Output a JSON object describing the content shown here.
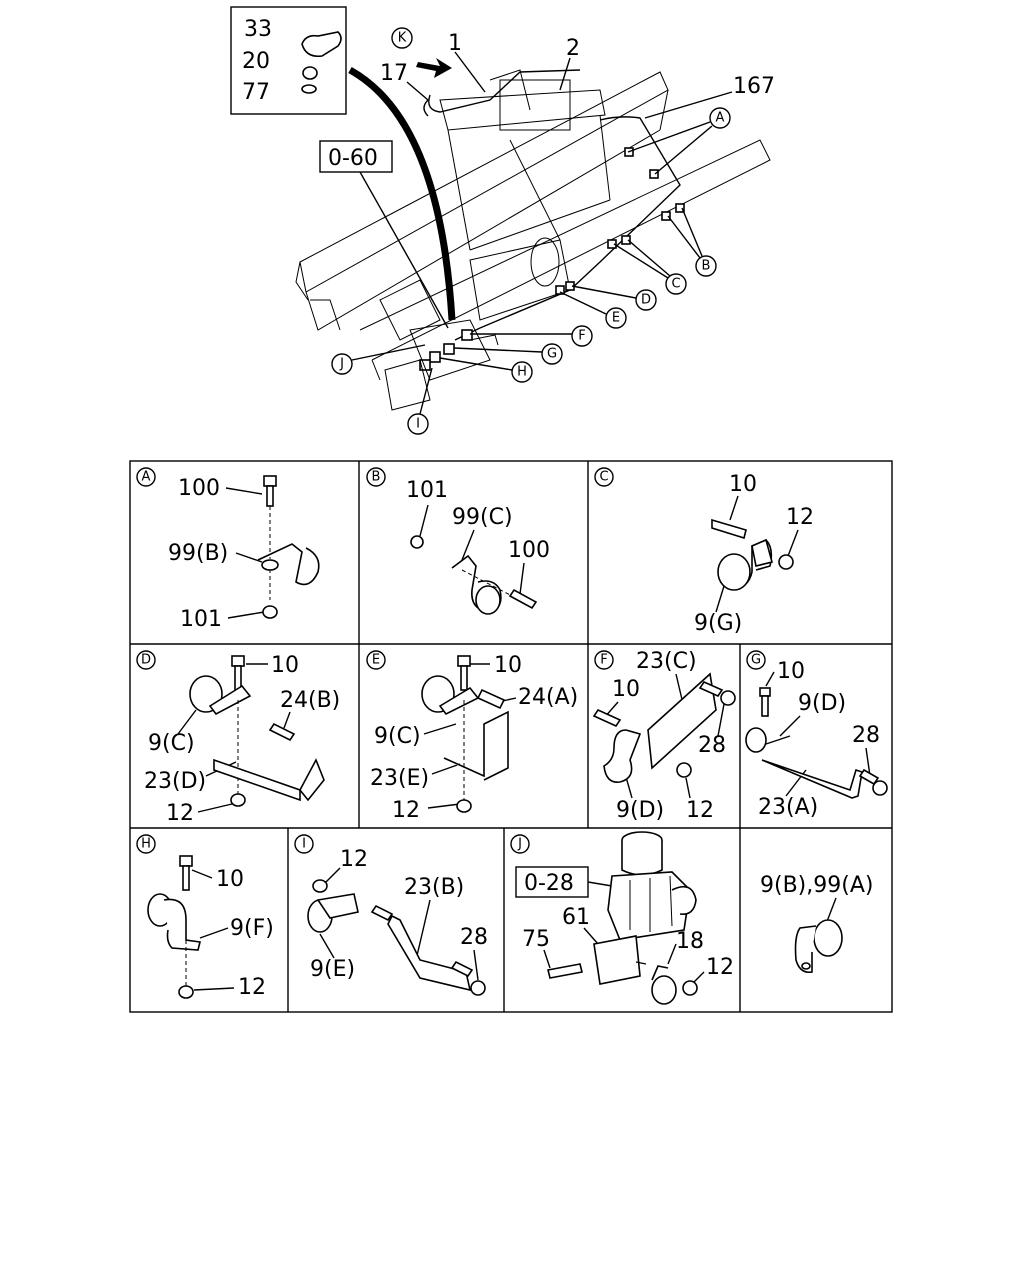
{
  "overview": {
    "inset_labels": [
      "33",
      "20",
      "77"
    ],
    "ref_box_top": "0-60",
    "callout_K": "K",
    "part_labels": [
      "1",
      "2",
      "17",
      "167"
    ],
    "detail_callouts": [
      "A",
      "B",
      "C",
      "D",
      "E",
      "F",
      "G",
      "H",
      "I",
      "J"
    ]
  },
  "details": {
    "A": {
      "key": "A",
      "labels": [
        "100",
        "99(B)",
        "101"
      ]
    },
    "B": {
      "key": "B",
      "labels": [
        "101",
        "99(C)",
        "100"
      ]
    },
    "C": {
      "key": "C",
      "labels": [
        "10",
        "12",
        "9(G)"
      ]
    },
    "D": {
      "key": "D",
      "labels": [
        "10",
        "24(B)",
        "9(C)",
        "23(D)",
        "12"
      ]
    },
    "E": {
      "key": "E",
      "labels": [
        "10",
        "24(A)",
        "9(C)",
        "23(E)",
        "12"
      ]
    },
    "F": {
      "key": "F",
      "labels": [
        "23(C)",
        "10",
        "28",
        "9(D)",
        "12"
      ]
    },
    "G": {
      "key": "G",
      "labels": [
        "10",
        "9(D)",
        "28",
        "23(A)"
      ]
    },
    "H": {
      "key": "H",
      "labels": [
        "10",
        "9(F)",
        "12"
      ]
    },
    "I": {
      "key": "I",
      "labels": [
        "12",
        "23(B)",
        "28",
        "9(E)"
      ]
    },
    "J": {
      "key": "J",
      "ref_box": "0-28",
      "labels": [
        "75",
        "61",
        "18",
        "12"
      ]
    },
    "K": {
      "labels": [
        "9(B),99(A)"
      ]
    }
  }
}
